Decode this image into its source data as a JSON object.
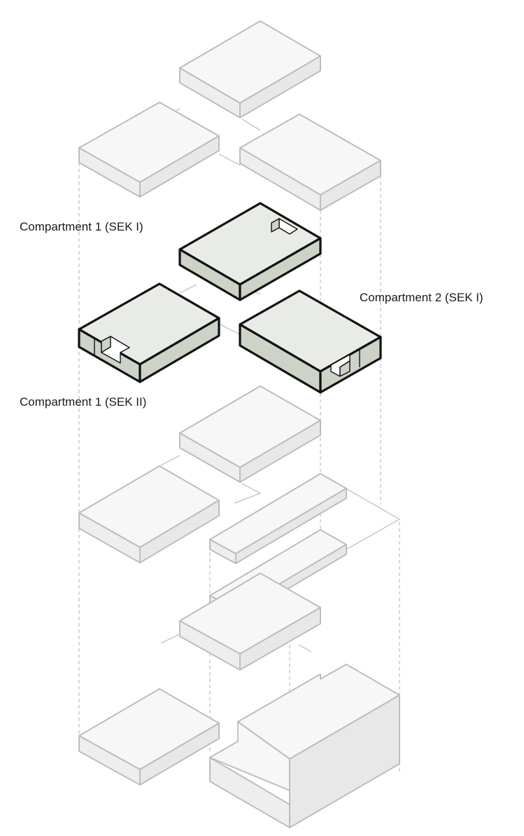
{
  "labels": {
    "compartment_1_sek_1": "Compartment 1 (SEK I)",
    "compartment_2_sek_1": "Compartment 2 (SEK I)",
    "compartment_1_sek_2": "Compartment 1 (SEK II)"
  },
  "colors": {
    "ghost_outline": "#bdbdbd",
    "ghost_fill": "#f7f7f7",
    "highlight_outline": "#111111",
    "highlight_top": "#e9ebe6",
    "highlight_side": "#cdd3c6"
  }
}
